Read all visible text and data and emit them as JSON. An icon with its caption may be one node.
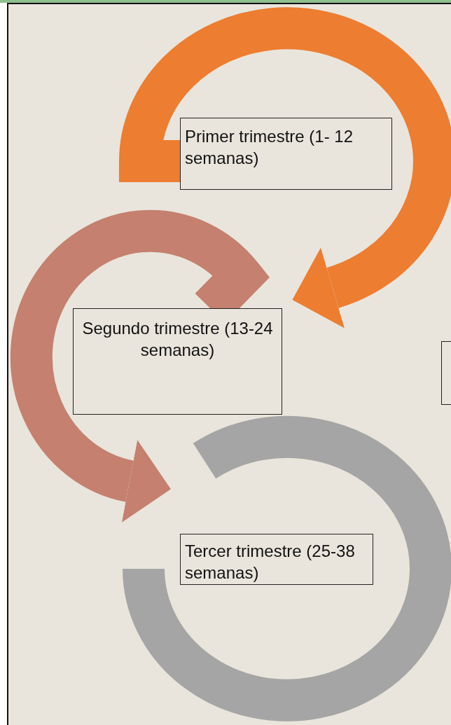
{
  "diagram": {
    "nodes": [
      {
        "text": [
          "Primer trimestre (1- 12 semanas)"
        ]
      },
      {
        "text": [
          "Segundo trimestre (13-24 semanas)"
        ]
      },
      {
        "text": [
          "Tercer trimestre (25-38 semanas)"
        ]
      },
      {
        "text": [],
        "shape": "box"
      }
    ],
    "edges": [
      {
        "from": 0,
        "to": 1,
        "arrow": "to",
        "color": "#ed7d31"
      },
      {
        "from": 1,
        "to": 2,
        "arrow": "to",
        "color": "#c5806f"
      }
    ]
  }
}
